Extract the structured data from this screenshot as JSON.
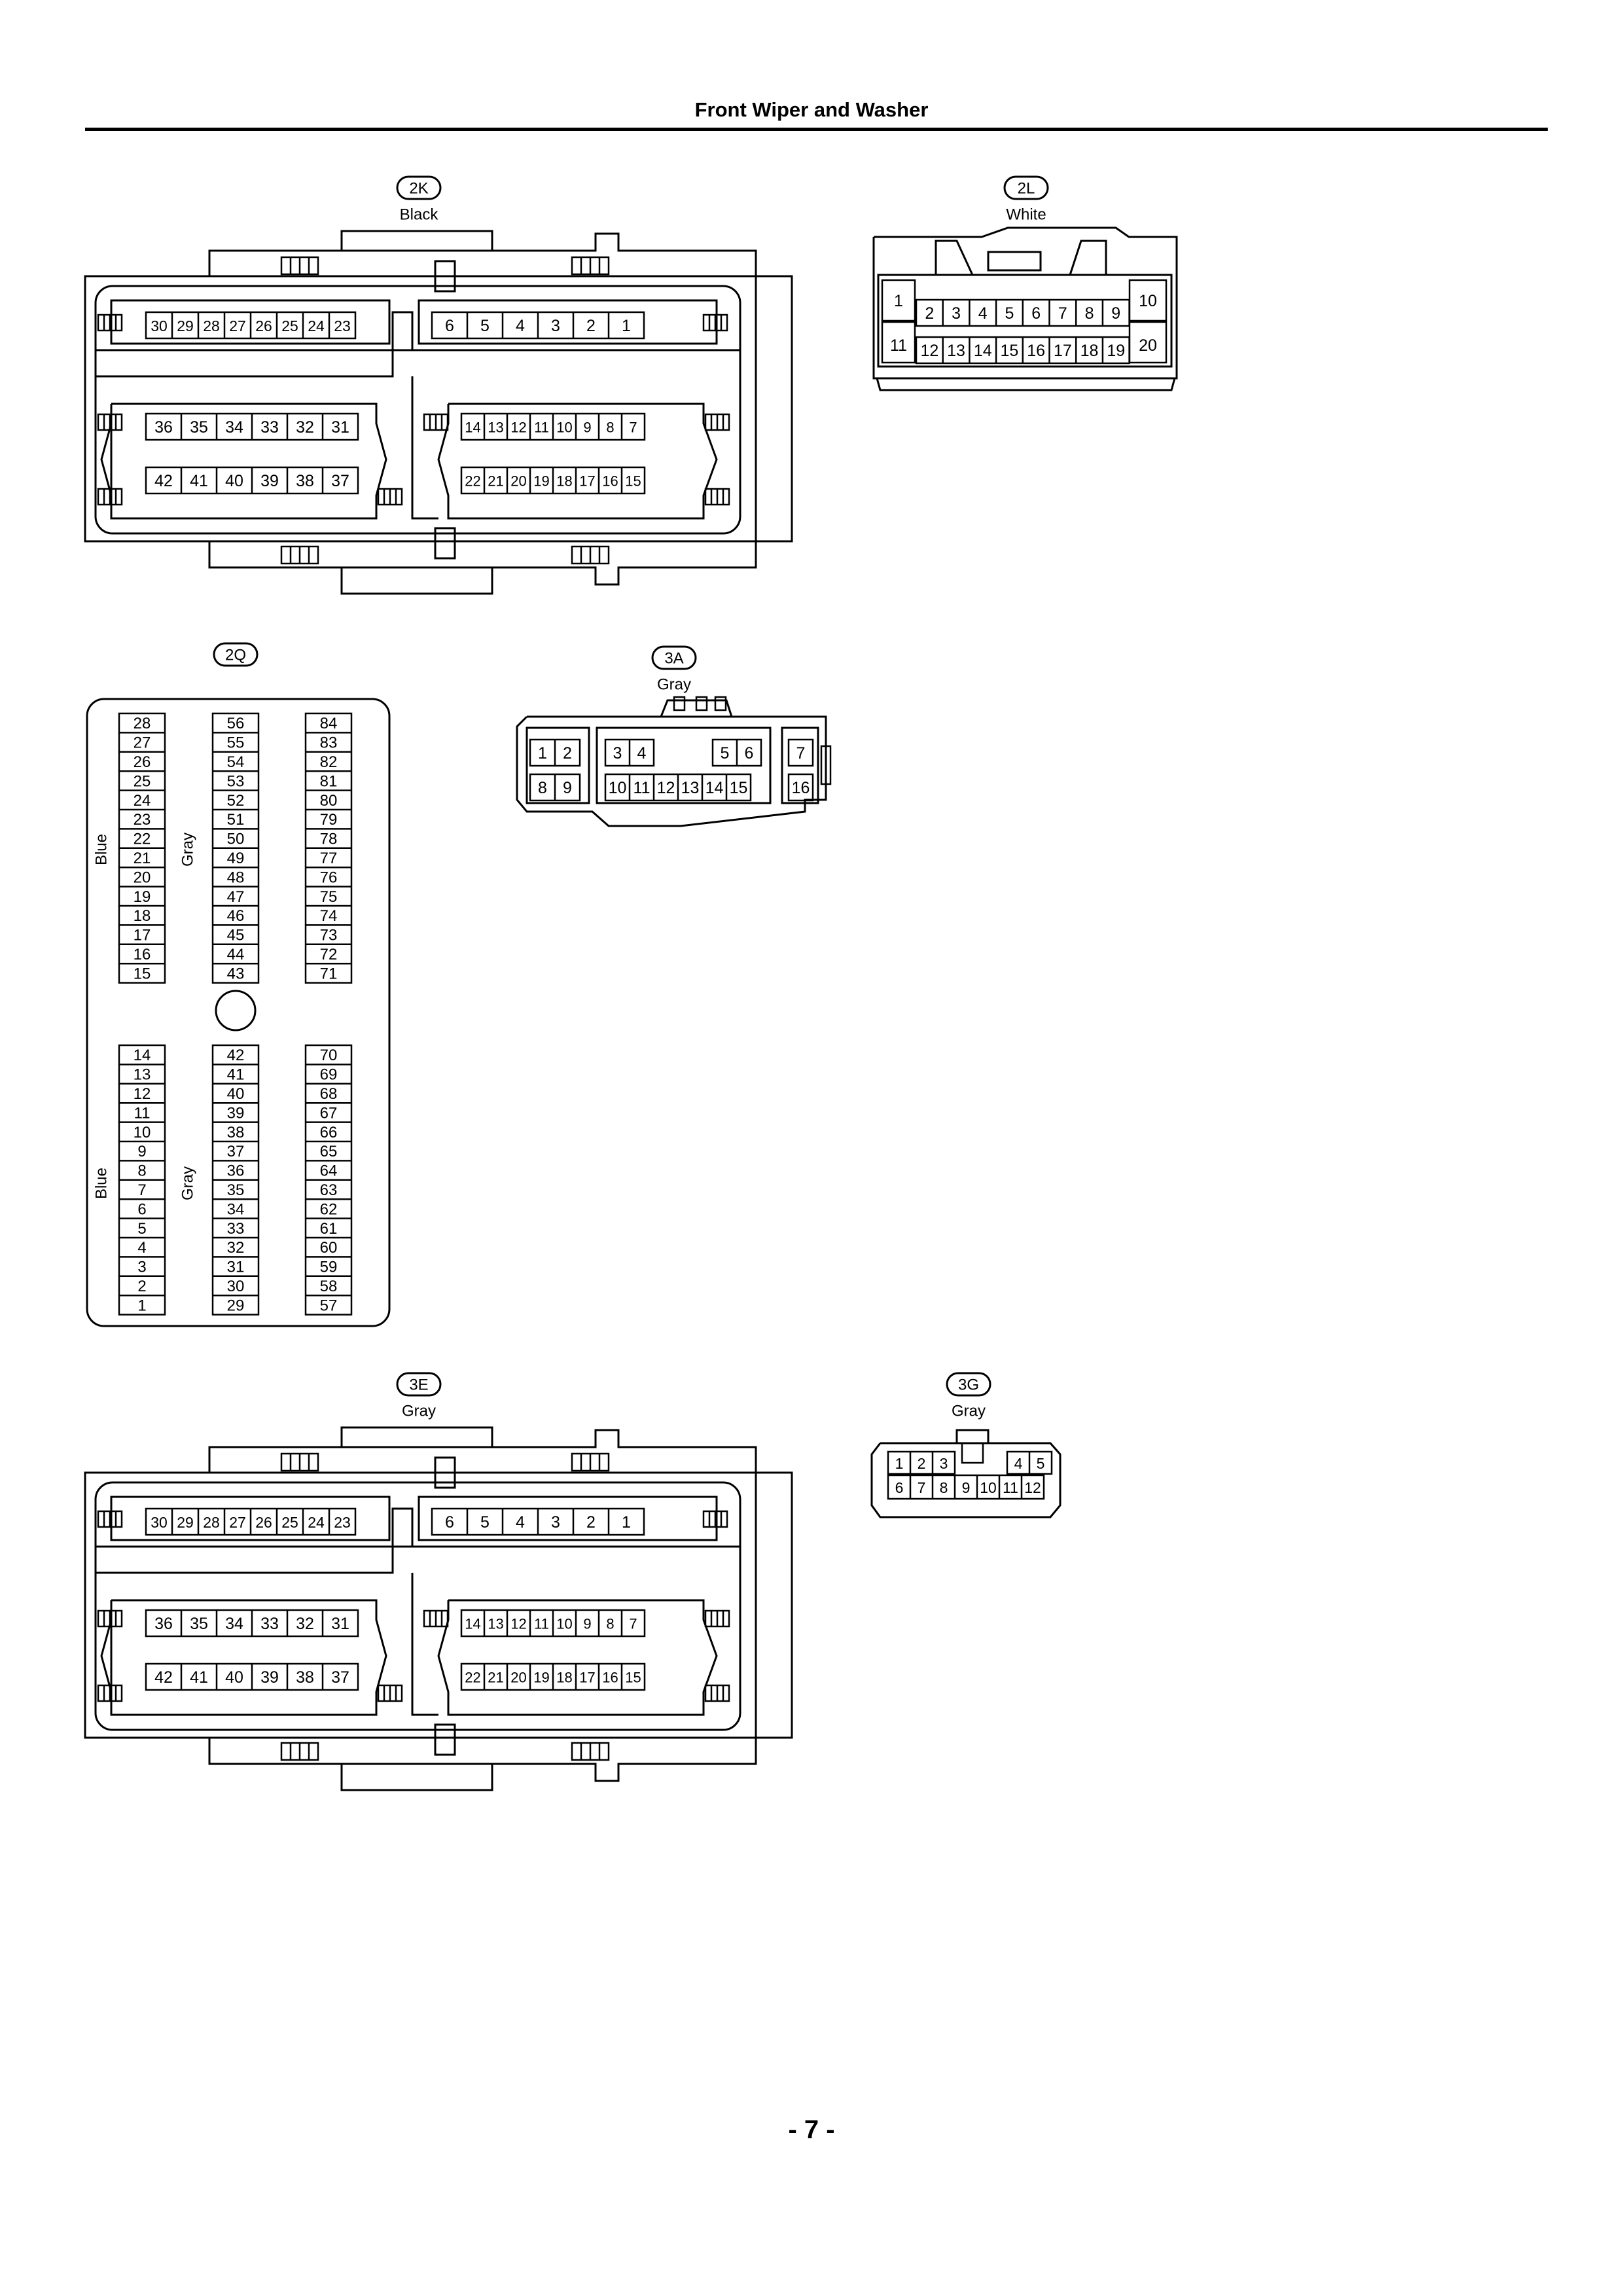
{
  "page": {
    "title": "Front Wiper and Washer",
    "page_number": "- 7 -"
  },
  "connectors": {
    "2K": {
      "id": "2K",
      "color": "Black",
      "rows": {
        "top_left": [
          "30",
          "29",
          "28",
          "27",
          "26",
          "25",
          "24",
          "23"
        ],
        "top_right": [
          "6",
          "5",
          "4",
          "3",
          "2",
          "1"
        ],
        "mid_left_upper": [
          "36",
          "35",
          "34",
          "33",
          "32",
          "31"
        ],
        "mid_left_lower": [
          "42",
          "41",
          "40",
          "39",
          "38",
          "37"
        ],
        "mid_right_upper": [
          "14",
          "13",
          "12",
          "11",
          "10",
          "9",
          "8",
          "7"
        ],
        "mid_right_lower": [
          "22",
          "21",
          "20",
          "19",
          "18",
          "17",
          "16",
          "15"
        ]
      }
    },
    "2L": {
      "id": "2L",
      "color": "White",
      "rows": {
        "upper": [
          "1",
          "2",
          "3",
          "4",
          "5",
          "6",
          "7",
          "8",
          "9",
          "10"
        ],
        "lower": [
          "11",
          "12",
          "13",
          "14",
          "15",
          "16",
          "17",
          "18",
          "19",
          "20"
        ]
      }
    },
    "2Q": {
      "id": "2Q",
      "column_labels": {
        "left": "Blue",
        "middle": "Gray"
      },
      "columns": {
        "top_left": [
          "28",
          "27",
          "26",
          "25",
          "24",
          "23",
          "22",
          "21",
          "20",
          "19",
          "18",
          "17",
          "16",
          "15"
        ],
        "top_middle": [
          "56",
          "55",
          "54",
          "53",
          "52",
          "51",
          "50",
          "49",
          "48",
          "47",
          "46",
          "45",
          "44",
          "43"
        ],
        "top_right": [
          "84",
          "83",
          "82",
          "81",
          "80",
          "79",
          "78",
          "77",
          "76",
          "75",
          "74",
          "73",
          "72",
          "71"
        ],
        "bottom_left": [
          "14",
          "13",
          "12",
          "11",
          "10",
          "9",
          "8",
          "7",
          "6",
          "5",
          "4",
          "3",
          "2",
          "1"
        ],
        "bottom_middle": [
          "42",
          "41",
          "40",
          "39",
          "38",
          "37",
          "36",
          "35",
          "34",
          "33",
          "32",
          "31",
          "30",
          "29"
        ],
        "bottom_right": [
          "70",
          "69",
          "68",
          "67",
          "66",
          "65",
          "64",
          "63",
          "62",
          "61",
          "60",
          "59",
          "58",
          "57"
        ]
      }
    },
    "3A": {
      "id": "3A",
      "color": "Gray",
      "rows": {
        "left_upper": [
          "1",
          "2"
        ],
        "left_lower": [
          "8",
          "9"
        ],
        "middle_upper": [
          "3",
          "4",
          "",
          "",
          "5",
          "6"
        ],
        "middle_lower": [
          "10",
          "11",
          "12",
          "13",
          "14",
          "15"
        ],
        "right_upper": [
          "7"
        ],
        "right_lower": [
          "16"
        ]
      }
    },
    "3E": {
      "id": "3E",
      "color": "Gray",
      "rows": {
        "top_left": [
          "30",
          "29",
          "28",
          "27",
          "26",
          "25",
          "24",
          "23"
        ],
        "top_right": [
          "6",
          "5",
          "4",
          "3",
          "2",
          "1"
        ],
        "mid_left_upper": [
          "36",
          "35",
          "34",
          "33",
          "32",
          "31"
        ],
        "mid_left_lower": [
          "42",
          "41",
          "40",
          "39",
          "38",
          "37"
        ],
        "mid_right_upper": [
          "14",
          "13",
          "12",
          "11",
          "10",
          "9",
          "8",
          "7"
        ],
        "mid_right_lower": [
          "22",
          "21",
          "20",
          "19",
          "18",
          "17",
          "16",
          "15"
        ]
      }
    },
    "3G": {
      "id": "3G",
      "color": "Gray",
      "rows": {
        "upper": [
          "1",
          "2",
          "3",
          "",
          "",
          "4",
          "5"
        ],
        "lower": [
          "6",
          "7",
          "8",
          "9",
          "10",
          "11",
          "12"
        ]
      }
    }
  }
}
